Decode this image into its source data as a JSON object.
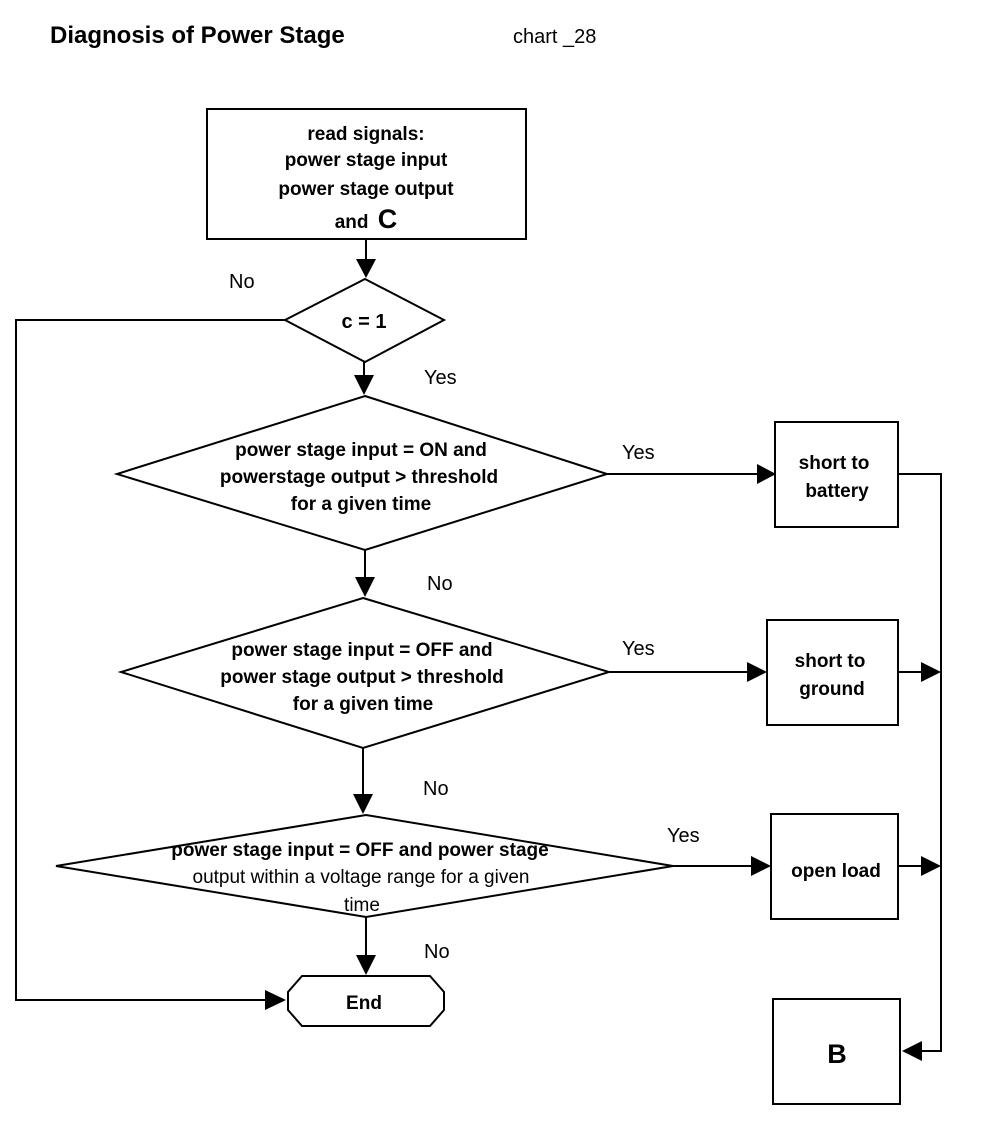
{
  "header": {
    "title": "Diagnosis of Power Stage",
    "chart_id": "chart _28"
  },
  "nodes": {
    "read": {
      "line1": "read signals:",
      "line2": "power stage input",
      "line3": "power stage output",
      "line4_prefix": "and",
      "line4_big": "C"
    },
    "decision_c": {
      "text": "c = 1"
    },
    "decision_1": {
      "line1": "power stage input = ON and",
      "line2": "powerstage output > threshold",
      "line3": "for a given time"
    },
    "decision_2": {
      "line1": "power stage input = OFF and",
      "line2": "power stage output > threshold",
      "line3": "for a given time"
    },
    "decision_3": {
      "line1": "power stage input = OFF and power stage",
      "line2": "output within a voltage range for a given",
      "line3": "time"
    },
    "short_battery": {
      "line1": "short to",
      "line2": "battery"
    },
    "short_ground": {
      "line1": "short to",
      "line2": "ground"
    },
    "open_load": {
      "text": "open load"
    },
    "end": {
      "text": "End"
    },
    "b": {
      "text": "B"
    }
  },
  "edge_labels": {
    "c_no": "No",
    "c_yes": "Yes",
    "d1_yes": "Yes",
    "d1_no": "No",
    "d2_yes": "Yes",
    "d2_no": "No",
    "d3_yes": "Yes",
    "d3_no": "No"
  }
}
